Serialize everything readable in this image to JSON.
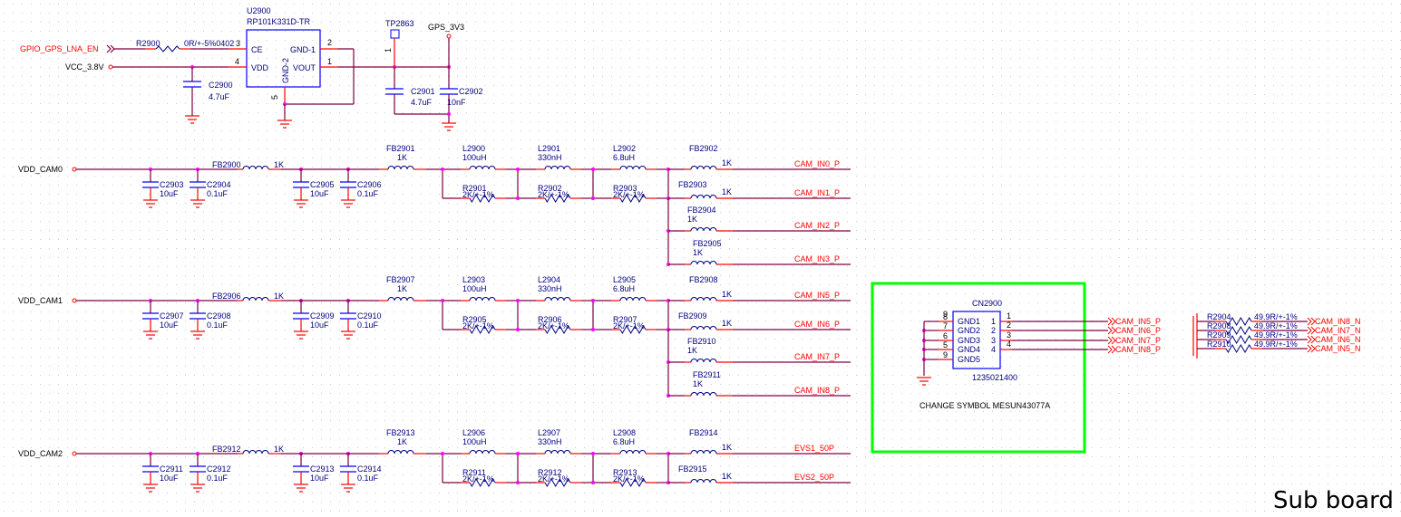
{
  "title": "Sub board",
  "colors": {
    "wire": "#800040",
    "pin": "#ff0000",
    "body": "#0000ff",
    "junction": "#ff00ff",
    "net_label": "#ff0000",
    "highlight_box": "#00ff00",
    "grid_dot": "#c0c0c0"
  },
  "regulator": {
    "ref": "U2900",
    "part": "RP101K331D-TR",
    "pins": {
      "ce": "CE",
      "vdd": "VDD",
      "gnd1": "GND-1",
      "gnd2": "GND-2",
      "vout": "VOUT"
    },
    "pin_numbers": {
      "ce": "3",
      "vdd": "4",
      "gnd1": "2",
      "vout": "1",
      "gnd2": "5"
    },
    "enable_net": "GPIO_GPS_LNA_EN",
    "input_port": "VCC_3.8V",
    "output_port": "GPS_3V3",
    "series_resistor": {
      "ref": "R2900",
      "value": "0R/+-5%0402"
    },
    "input_cap": {
      "ref": "C2900",
      "value": "4.7uF"
    },
    "test_point": {
      "ref": "TP2863",
      "pin": "1"
    },
    "output_caps": [
      {
        "ref": "C2901",
        "value": "4.7uF"
      },
      {
        "ref": "C2902",
        "value": "10nF"
      }
    ]
  },
  "cam_rails": [
    {
      "port": "VDD_CAM0",
      "caps": [
        {
          "ref": "C2903",
          "value": "10uF"
        },
        {
          "ref": "C2904",
          "value": "0.1uF"
        },
        {
          "ref": "C2905",
          "value": "10uF"
        },
        {
          "ref": "C2906",
          "value": "0.1uF"
        }
      ],
      "bead_in": {
        "ref": "FB2900",
        "value": "1K"
      },
      "bead_main": {
        "ref": "FB2901",
        "value": "1K"
      },
      "inductors": [
        {
          "ref": "L2900",
          "value": "100uH"
        },
        {
          "ref": "L2901",
          "value": "330nH"
        },
        {
          "ref": "L2902",
          "value": "6.8uH"
        }
      ],
      "resistors": [
        {
          "ref": "R2901",
          "value": "2K/+-1%"
        },
        {
          "ref": "R2902",
          "value": "2K/+-1%"
        },
        {
          "ref": "R2903",
          "value": "2K/+-1%"
        }
      ],
      "outputs": [
        {
          "bead": "FB2902",
          "value": "1K",
          "net": "CAM_IN0_P"
        },
        {
          "bead": "FB2903",
          "value": "1K",
          "net": "CAM_IN1_P"
        },
        {
          "bead": "FB2904",
          "value": "1K",
          "net": "CAM_IN2_P"
        },
        {
          "bead": "FB2905",
          "value": "1K",
          "net": "CAM_IN3_P"
        }
      ]
    },
    {
      "port": "VDD_CAM1",
      "caps": [
        {
          "ref": "C2907",
          "value": "10uF"
        },
        {
          "ref": "C2908",
          "value": "0.1uF"
        },
        {
          "ref": "C2909",
          "value": "10uF"
        },
        {
          "ref": "C2910",
          "value": "0.1uF"
        }
      ],
      "bead_in": {
        "ref": "FB2906",
        "value": "1K"
      },
      "bead_main": {
        "ref": "FB2907",
        "value": "1K"
      },
      "inductors": [
        {
          "ref": "L2903",
          "value": "100uH"
        },
        {
          "ref": "L2904",
          "value": "330nH"
        },
        {
          "ref": "L2905",
          "value": "6.8uH"
        }
      ],
      "resistors": [
        {
          "ref": "R2905",
          "value": "2K/+-1%"
        },
        {
          "ref": "R2906",
          "value": "2K/+-1%"
        },
        {
          "ref": "R2907",
          "value": "2K/+-1%"
        }
      ],
      "outputs": [
        {
          "bead": "FB2908",
          "value": "1K",
          "net": "CAM_IN5_P"
        },
        {
          "bead": "FB2909",
          "value": "1K",
          "net": "CAM_IN6_P"
        },
        {
          "bead": "FB2910",
          "value": "1K",
          "net": "CAM_IN7_P"
        },
        {
          "bead": "FB2911",
          "value": "1K",
          "net": "CAM_IN8_P"
        }
      ]
    },
    {
      "port": "VDD_CAM2",
      "caps": [
        {
          "ref": "C2911",
          "value": "10uF"
        },
        {
          "ref": "C2912",
          "value": "0.1uF"
        },
        {
          "ref": "C2913",
          "value": "10uF"
        },
        {
          "ref": "C2914",
          "value": "0.1uF"
        }
      ],
      "bead_in": {
        "ref": "FB2912",
        "value": "1K"
      },
      "bead_main": {
        "ref": "FB2913",
        "value": "1K"
      },
      "inductors": [
        {
          "ref": "L2906",
          "value": "100uH"
        },
        {
          "ref": "L2907",
          "value": "330nH"
        },
        {
          "ref": "L2908",
          "value": "6.8uH"
        }
      ],
      "resistors": [
        {
          "ref": "R2911",
          "value": "2K/+-1%"
        },
        {
          "ref": "R2912",
          "value": "2K/+-1%"
        },
        {
          "ref": "R2913",
          "value": "2K/+-1%"
        }
      ],
      "outputs": [
        {
          "bead": "FB2914",
          "value": "1K",
          "net": "EVS1_50P"
        },
        {
          "bead": "FB2915",
          "value": "1K",
          "net": "EVS2_50P"
        }
      ]
    }
  ],
  "connector": {
    "ref": "CN2900",
    "part": "1235021400",
    "note": "CHANGE SYMBOL MESUN43077A",
    "gnd_pins": [
      {
        "name": "GND1",
        "num": "8"
      },
      {
        "name": "GND2",
        "num": "7"
      },
      {
        "name": "GND3",
        "num": "6"
      },
      {
        "name": "GND4",
        "num": "5"
      },
      {
        "name": "GND5",
        "num": "9"
      }
    ],
    "signal_pins": [
      {
        "num": "1",
        "outer": "1",
        "net": "CAM_IN5_P"
      },
      {
        "num": "2",
        "outer": "2",
        "net": "CAM_IN6_P"
      },
      {
        "num": "3",
        "outer": "3",
        "net": "CAM_IN7_P"
      },
      {
        "num": "4",
        "outer": "4",
        "net": "CAM_IN8_P"
      }
    ],
    "top_pin_number": "9"
  },
  "terminations": [
    {
      "ref": "R2904",
      "value": "49.9R/+-1%",
      "net": "CAM_IN8_N"
    },
    {
      "ref": "R2908",
      "value": "49.9R/+-1%",
      "net": "CAM_IN7_N"
    },
    {
      "ref": "R2909",
      "value": "49.9R/+-1%",
      "net": "CAM_IN6_N"
    },
    {
      "ref": "R2910",
      "value": "49.9R/+-1%",
      "net": "CAM_IN5_N"
    }
  ]
}
